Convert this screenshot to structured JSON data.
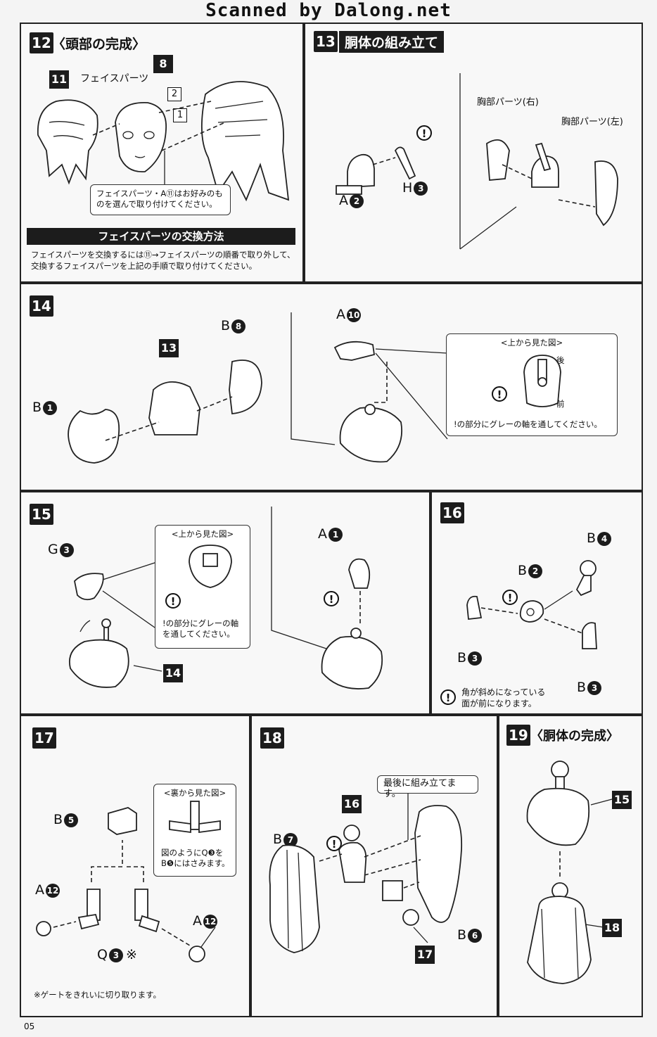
{
  "header": "Scanned by Dalong.net",
  "page_number": "05",
  "steps": {
    "s12": {
      "num": "12",
      "title": "〈頭部の完成〉",
      "face_label": "フェイスパーツ",
      "part_nums": [
        "11",
        "8"
      ],
      "order": [
        "2",
        "1"
      ],
      "note": "フェイスパーツ・A⑪はお好みのものを選んで取り付けてください。",
      "bar_title": "フェイスパーツの交換方法",
      "bar_text": "フェイスパーツを交換するには⑪→フェイスパーツの順番で取り外して、交換するフェイスパーツを上記の手順で取り付けてください。"
    },
    "s13": {
      "num": "13",
      "title": "胴体の組み立て",
      "chest_right": "胸部パーツ(右)",
      "chest_left": "胸部パーツ(左)",
      "labels": [
        {
          "l": "A",
          "n": "2"
        },
        {
          "l": "H",
          "n": "3"
        }
      ]
    },
    "s14": {
      "num": "14",
      "labels": [
        {
          "l": "B",
          "n": "1"
        },
        {
          "l": "B",
          "n": "8"
        },
        {
          "l": "A",
          "n": "10"
        }
      ],
      "sub": "13",
      "top_view": "<上から見た図>",
      "rear": "後",
      "front": "前",
      "note": "!の部分にグレーの軸を通してください。"
    },
    "s15": {
      "num": "15",
      "labels": [
        {
          "l": "G",
          "n": "3"
        },
        {
          "l": "A",
          "n": "1"
        }
      ],
      "sub": "14",
      "top_view": "<上から見た図>",
      "note": "!の部分にグレーの軸を通してください。"
    },
    "s16": {
      "num": "16",
      "labels": [
        {
          "l": "B",
          "n": "4"
        },
        {
          "l": "B",
          "n": "2"
        },
        {
          "l": "B",
          "n": "3"
        },
        {
          "l": "B",
          "n": "3"
        }
      ],
      "note": "角が斜めになっている面が前になります。"
    },
    "s17": {
      "num": "17",
      "labels": [
        {
          "l": "B",
          "n": "5"
        },
        {
          "l": "A",
          "n": "12"
        },
        {
          "l": "A",
          "n": "12"
        },
        {
          "l": "Q",
          "n": "3"
        }
      ],
      "mark": "※",
      "back_view": "<裏から見た図>",
      "back_note": "図のようにQ❸をB❺にはさみます。",
      "gate_note": "※ゲートをきれいに切り取ります。"
    },
    "s18": {
      "num": "18",
      "callout": "最後に組み立てます。",
      "labels": [
        {
          "l": "B",
          "n": "7"
        },
        {
          "l": "B",
          "n": "6"
        }
      ],
      "subs": [
        "16",
        "17"
      ]
    },
    "s19": {
      "num": "19",
      "title": "〈胴体の完成〉",
      "subs": [
        "15",
        "18"
      ]
    }
  }
}
